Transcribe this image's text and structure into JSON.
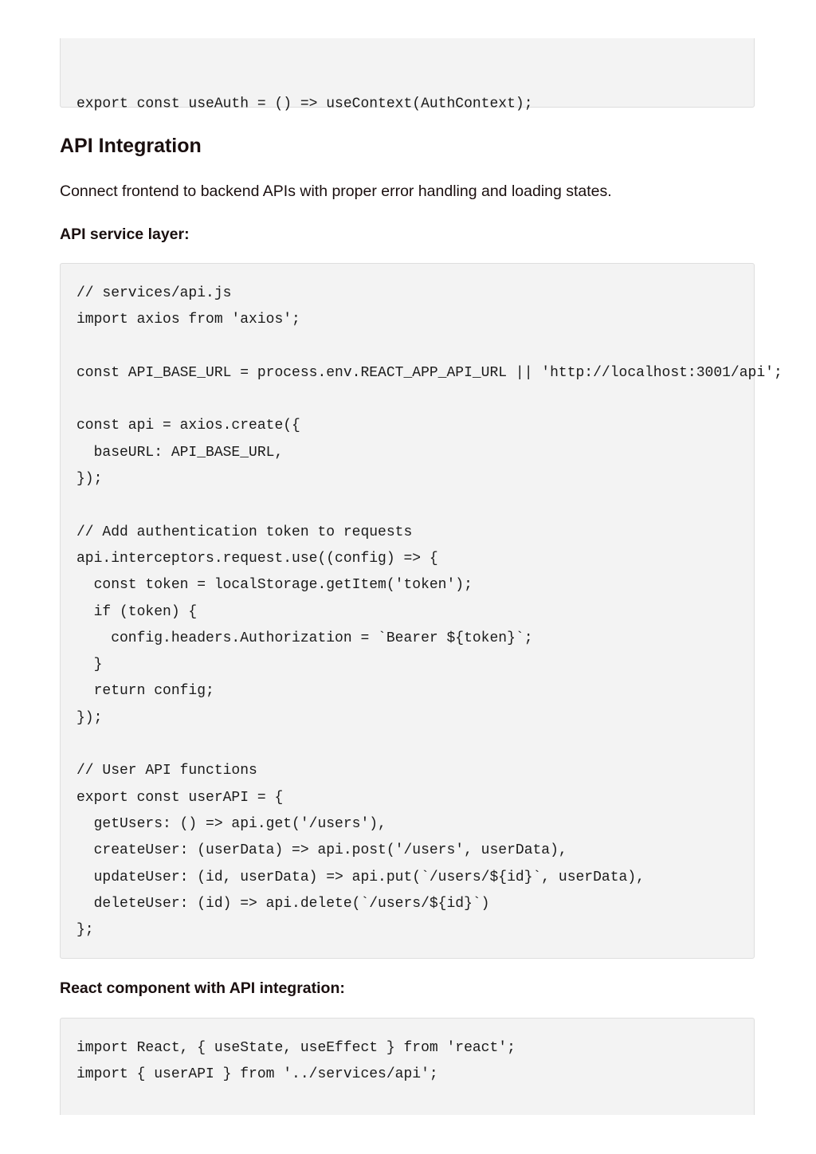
{
  "top_code": {
    "text": "export const useAuth = () => useContext(AuthContext);"
  },
  "section": {
    "heading": "API Integration",
    "intro": "Connect frontend to backend APIs with proper error handling and loading states."
  },
  "service_layer": {
    "label": "API service layer:",
    "code": "// services/api.js\nimport axios from 'axios';\n\nconst API_BASE_URL = process.env.REACT_APP_API_URL || 'http://localhost:3001/api';\n\nconst api = axios.create({\n  baseURL: API_BASE_URL,\n});\n\n// Add authentication token to requests\napi.interceptors.request.use((config) => {\n  const token = localStorage.getItem('token');\n  if (token) {\n    config.headers.Authorization = `Bearer ${token}`;\n  }\n  return config;\n});\n\n// User API functions\nexport const userAPI = {\n  getUsers: () => api.get('/users'),\n  createUser: (userData) => api.post('/users', userData),\n  updateUser: (id, userData) => api.put(`/users/${id}`, userData),\n  deleteUser: (id) => api.delete(`/users/${id}`)\n};"
  },
  "react_component": {
    "label": "React component with API integration:",
    "code": "import React, { useState, useEffect } from 'react';\nimport { userAPI } from '../services/api';"
  }
}
